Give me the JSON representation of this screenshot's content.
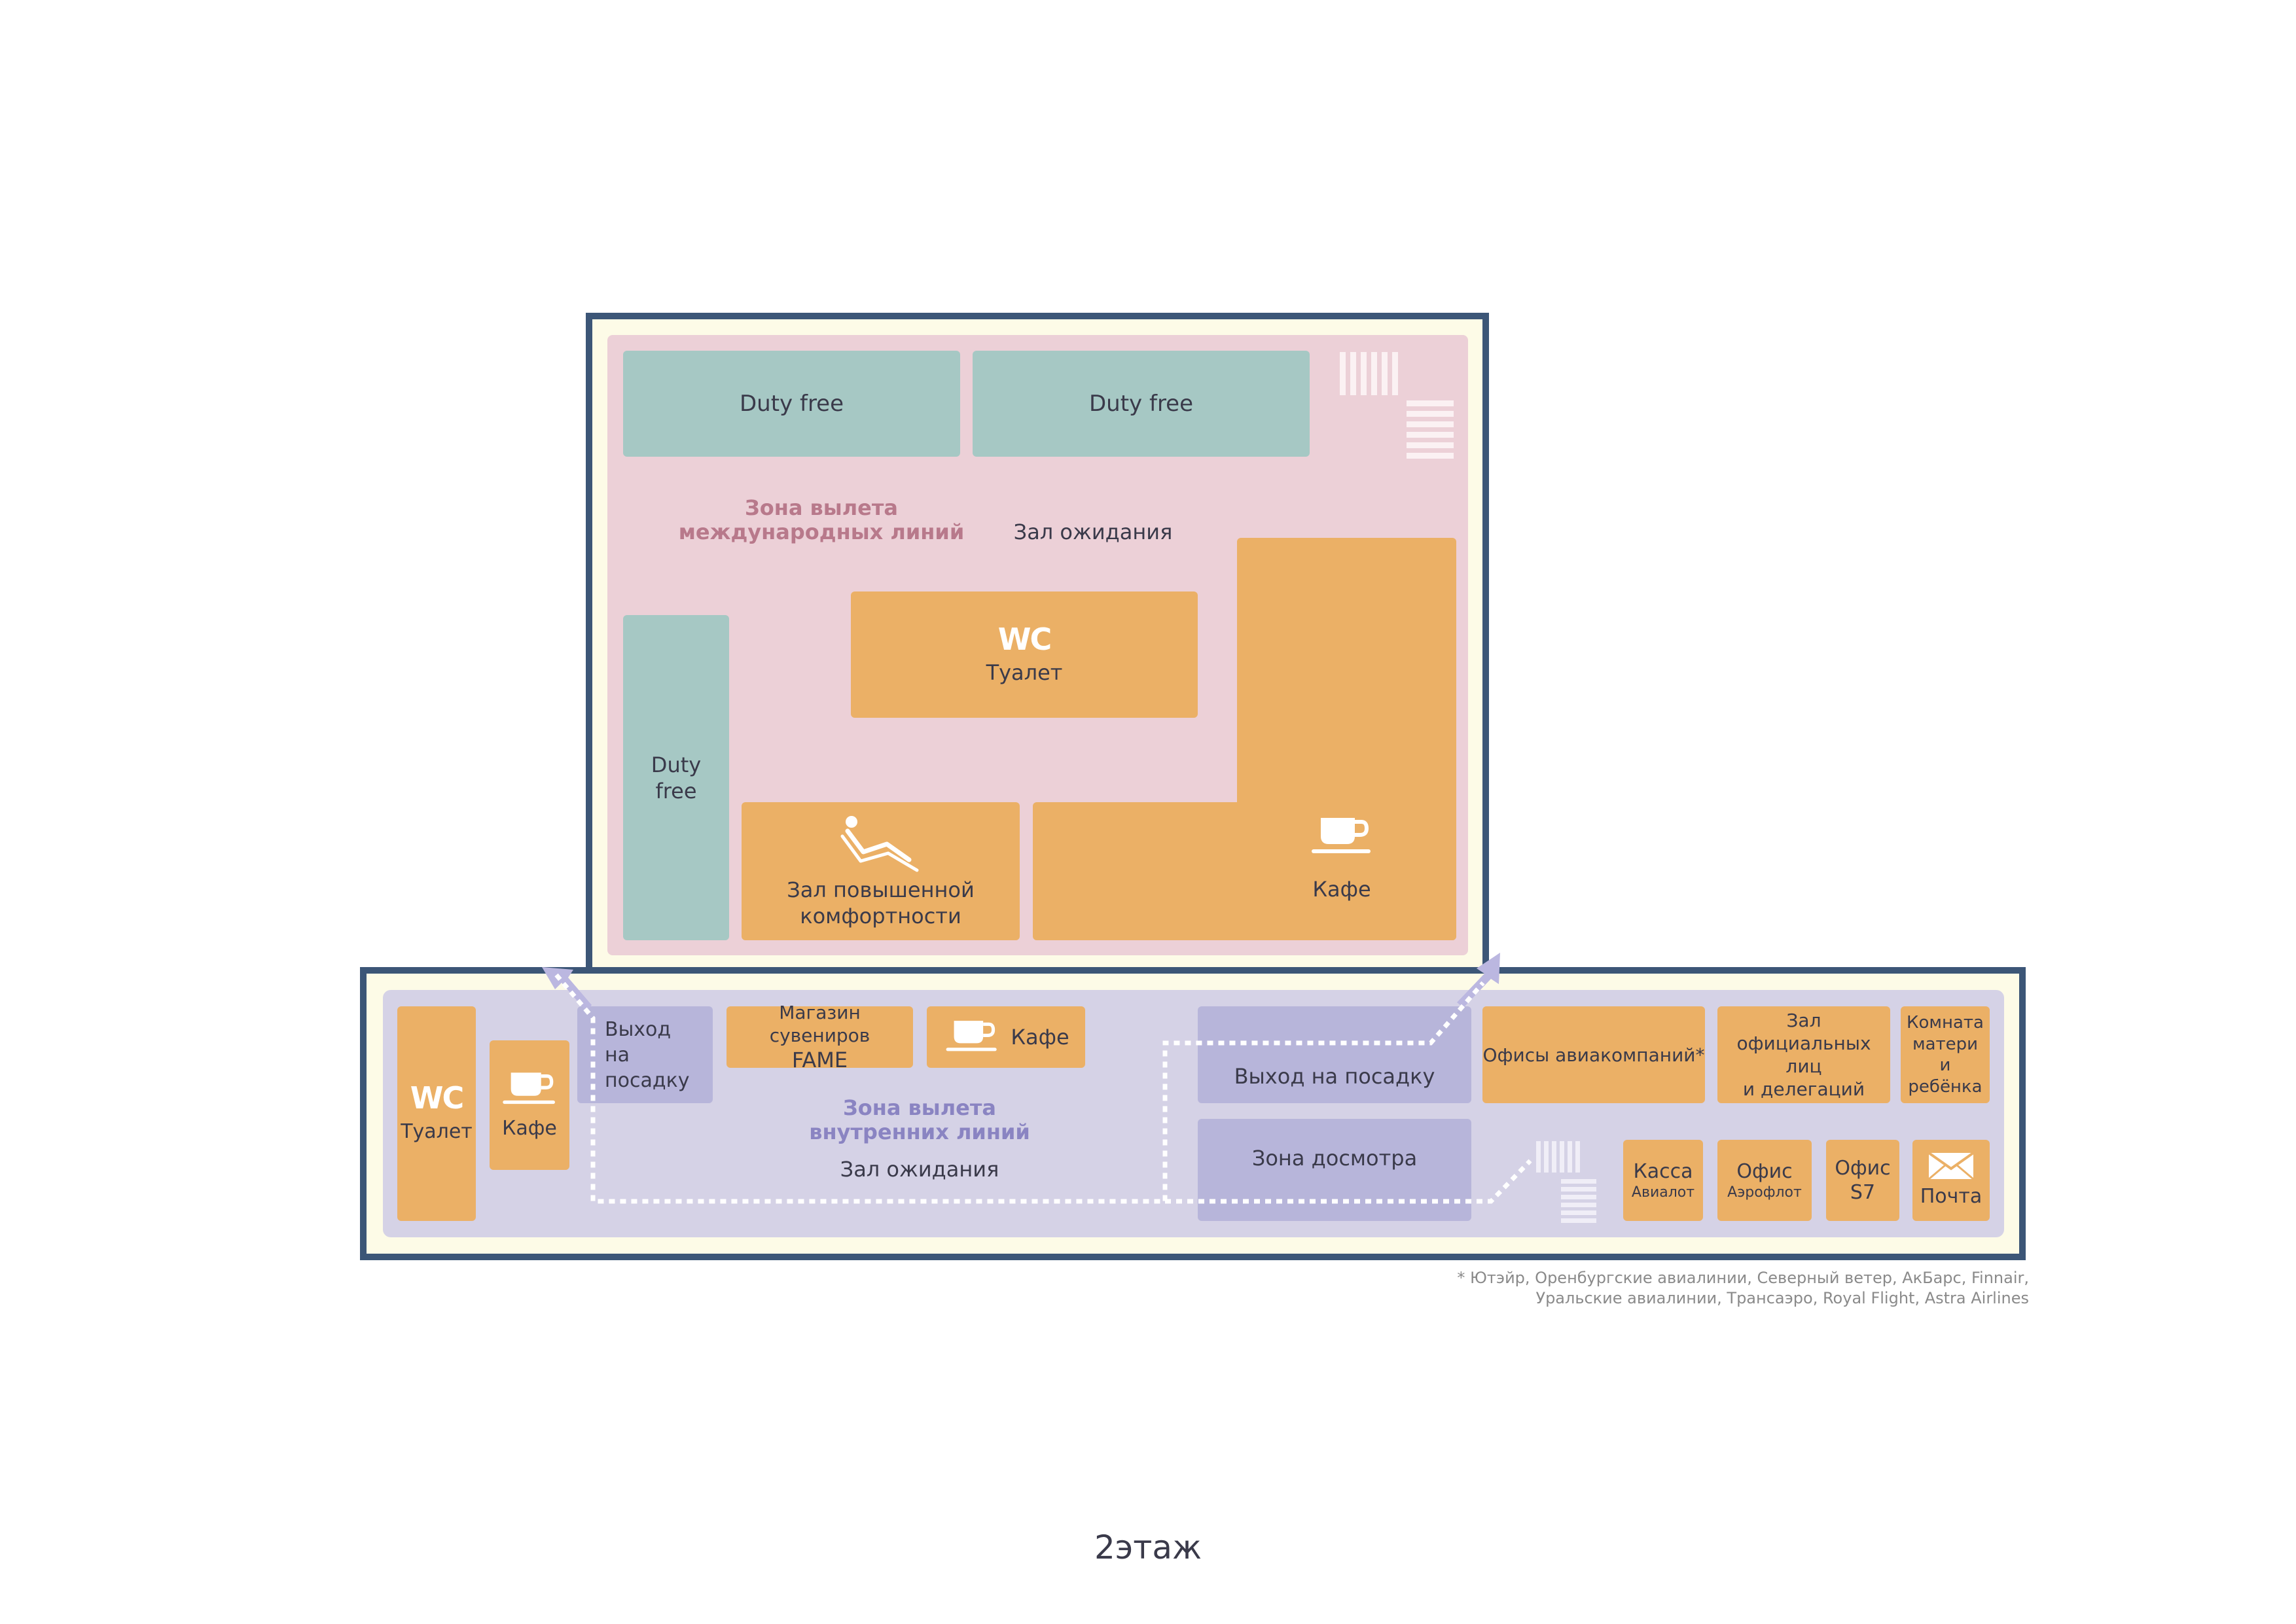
{
  "international_zone": {
    "title_line1": "Зона вылета",
    "title_line2": "международных линий",
    "waiting_hall": "Зал ожидания",
    "duty_free_1": "Duty free",
    "duty_free_2": "Duty free",
    "duty_free_3_line1": "Duty",
    "duty_free_3_line2": "free",
    "wc_symbol": "WC",
    "toilet": "Туалет",
    "lounge_line1": "Зал повышенной",
    "lounge_line2": "комфортности",
    "cafe": "Кафе"
  },
  "domestic_zone": {
    "title_line1": "Зона вылета",
    "title_line2": "внутренних линий",
    "waiting_hall": "Зал ожидания",
    "wc_symbol": "WC",
    "toilet": "Туалет",
    "cafe_left": "Кафе",
    "gate_left_line1": "Выход",
    "gate_left_line2": "на посадку",
    "souvenir_line1": "Магазин сувениров",
    "souvenir_line2": "FAME",
    "cafe_mid": "Кафе",
    "gate_right": "Выход на посадку",
    "security": "Зона досмотра",
    "airline_offices": "Офисы авиакомпаний*",
    "officials_line1": "Зал",
    "officials_line2": "официальных лиц",
    "officials_line3": "и делегаций",
    "mother_line1": "Комната",
    "mother_line2": "матери",
    "mother_line3": "и ребёнка",
    "cashier_line1": "Касса",
    "cashier_line2": "Авиалот",
    "aeroflot_line1": "Офис",
    "aeroflot_line2": "Аэрофлот",
    "s7_line1": "Офис",
    "s7_line2": "S7",
    "post": "Почта"
  },
  "footnote_line1": "* Ютэйр, Оренбургские авиалинии, Северный ветер, АкБарс, Finnair,",
  "footnote_line2": "Уральские авиалинии, Трансаэро, Royal Flight, Astra Airlines",
  "floor_label": "2этаж",
  "colors": {
    "frame": "#3c5677",
    "international_bg": "#ecd0d7",
    "domestic_bg": "#d5d2e6",
    "duty_free": "#a6c8c4",
    "service": "#ebb066",
    "gate": "#b7b5da"
  }
}
